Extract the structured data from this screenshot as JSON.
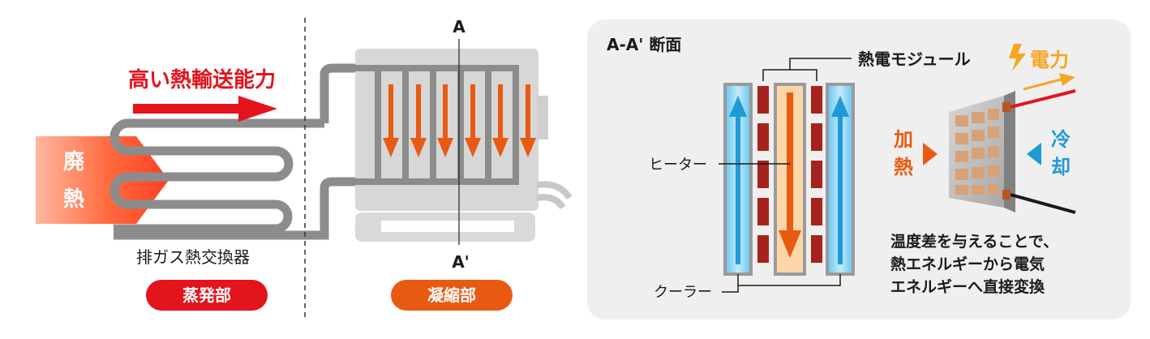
{
  "left": {
    "heat_flow_label": "高い熱輸送能力",
    "waste_heat_chars": [
      "廃",
      "熱"
    ],
    "exchanger_label": "排ガス熱交換器",
    "evaporator_badge": "蒸発部",
    "section_top": "A",
    "section_bottom": "A'",
    "condenser_badge": "凝縮部"
  },
  "panel": {
    "title": "A-A' 断面",
    "module_label": "熱電モジュール",
    "heater_label": "ヒーター",
    "cooler_label": "クーラー",
    "power_label": "電力",
    "heating_chars": [
      "加",
      "熱"
    ],
    "cooling_chars": [
      "冷",
      "却"
    ],
    "description_lines": [
      "温度差を与えることで、",
      "熱エネルギーから電気",
      "エネルギーへ直接変換"
    ]
  },
  "colors": {
    "red": "#e3141c",
    "orange": "#e85a12",
    "blue": "#1f9ad6",
    "brick": "#a5231c",
    "pipe": "#8c8c8c",
    "panel_bg": "#efefef"
  }
}
